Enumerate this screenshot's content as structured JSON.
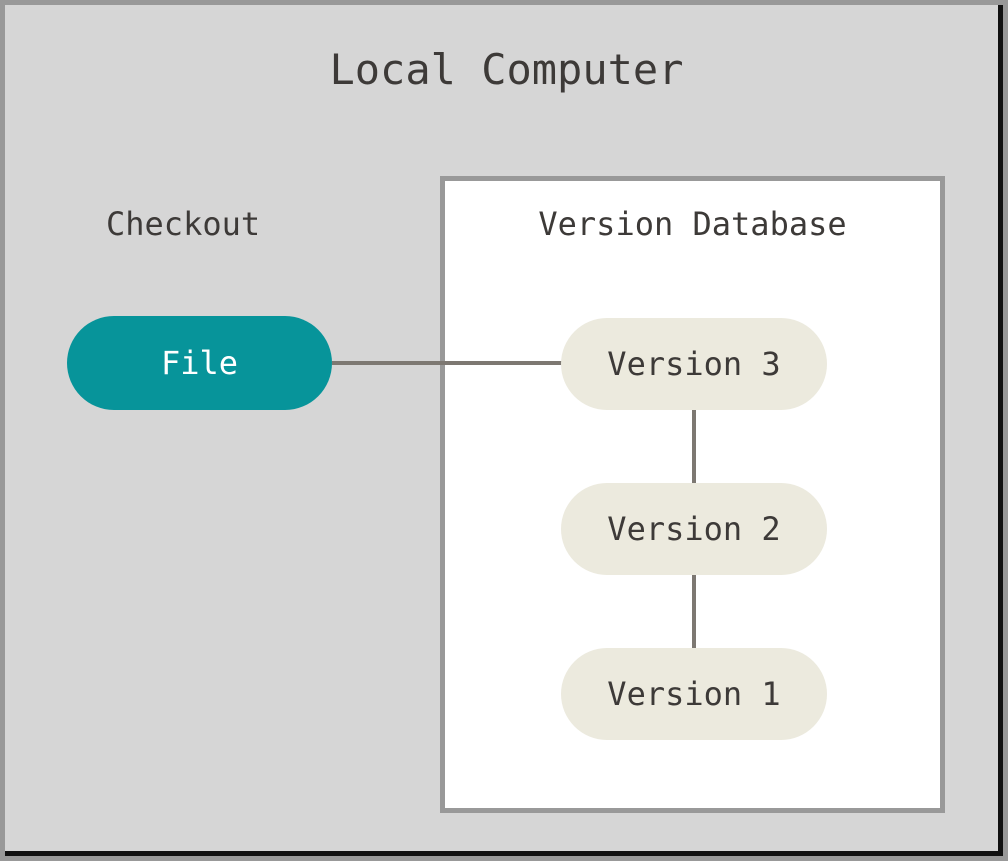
{
  "diagram": {
    "title": "Local Computer",
    "background_color": "#d6d6d6",
    "frame_border_color": "#999999",
    "text_color": "#3d3a38",
    "connector_color": "#7d7872"
  },
  "checkout": {
    "label": "Checkout",
    "file_node": {
      "label": "File",
      "fill_color": "#07949a",
      "text_color": "#ffffff"
    }
  },
  "version_database": {
    "title": "Version Database",
    "panel_fill": "#ffffff",
    "panel_border": "#999999",
    "node_fill": "#eceade",
    "node_text_color": "#3d3a38",
    "versions": [
      {
        "label": "Version 3"
      },
      {
        "label": "Version 2"
      },
      {
        "label": "Version 1"
      }
    ]
  },
  "connections": [
    {
      "from": "File",
      "to": "Version 3",
      "orientation": "horizontal"
    },
    {
      "from": "Version 3",
      "to": "Version 2",
      "orientation": "vertical"
    },
    {
      "from": "Version 2",
      "to": "Version 1",
      "orientation": "vertical"
    }
  ]
}
